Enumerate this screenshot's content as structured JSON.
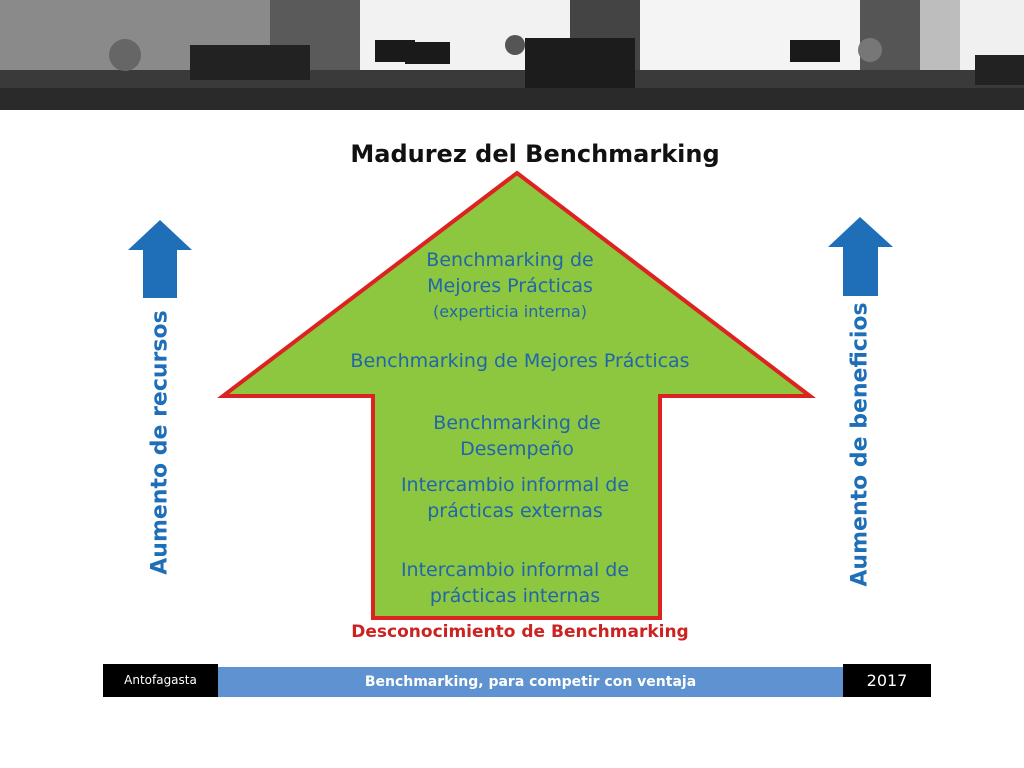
{
  "title": "Madurez del Benchmarking",
  "arrow": {
    "fill_color": "#8dc63f",
    "border_color": "#dd2222",
    "levels": [
      {
        "line1": "Benchmarking de",
        "line2": "Mejores Prácticas",
        "line3": "(experticia interna)"
      },
      {
        "line1": "Benchmarking de Mejores Prácticas"
      },
      {
        "line1": "Benchmarking de",
        "line2": "Desempeño"
      },
      {
        "line1": "Intercambio informal de",
        "line2": "prácticas externas"
      },
      {
        "line1": "Intercambio informal de",
        "line2": "prácticas internas"
      }
    ]
  },
  "bottom_label": "Desconocimiento de Benchmarking",
  "left_side": {
    "text": "Aumento de recursos",
    "icon": "up-arrow-icon"
  },
  "right_side": {
    "text": "Aumento de beneficios",
    "icon": "up-arrow-icon"
  },
  "footer": {
    "location": "Antofagasta",
    "subtitle": "Benchmarking, para competir con ventaja",
    "year": "2017"
  }
}
